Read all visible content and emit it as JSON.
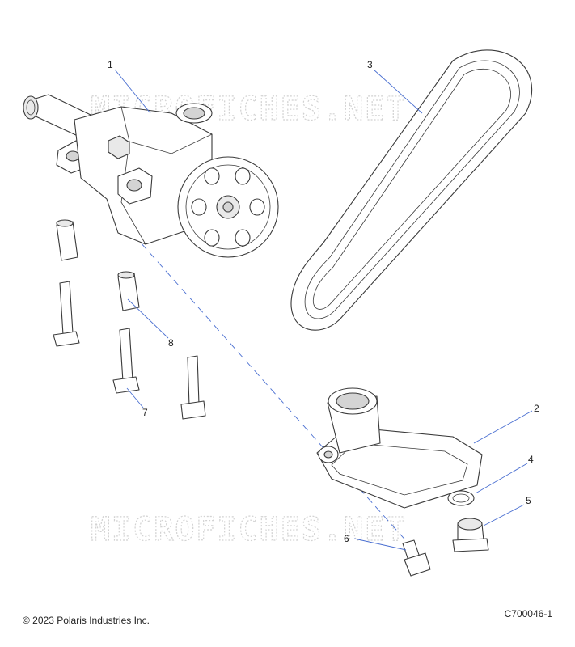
{
  "watermarks": [
    "MICROFICHES.NET",
    "MICROFICHES.NET"
  ],
  "callouts": [
    {
      "number": "1",
      "part": "oil-pump-assembly"
    },
    {
      "number": "2",
      "part": "oil-pickup-cover"
    },
    {
      "number": "3",
      "part": "drive-belt"
    },
    {
      "number": "4",
      "part": "o-ring"
    },
    {
      "number": "5",
      "part": "plug"
    },
    {
      "number": "6",
      "part": "bolt"
    },
    {
      "number": "7",
      "part": "bolts"
    },
    {
      "number": "8",
      "part": "dowel-pins"
    }
  ],
  "footer": {
    "copyright": "© 2023 Polaris Industries Inc.",
    "figure_code": "C700046-1"
  },
  "colors": {
    "leader": "#4a6fd1",
    "outline": "#3a3a3a",
    "watermark": "#d2d2d2"
  }
}
